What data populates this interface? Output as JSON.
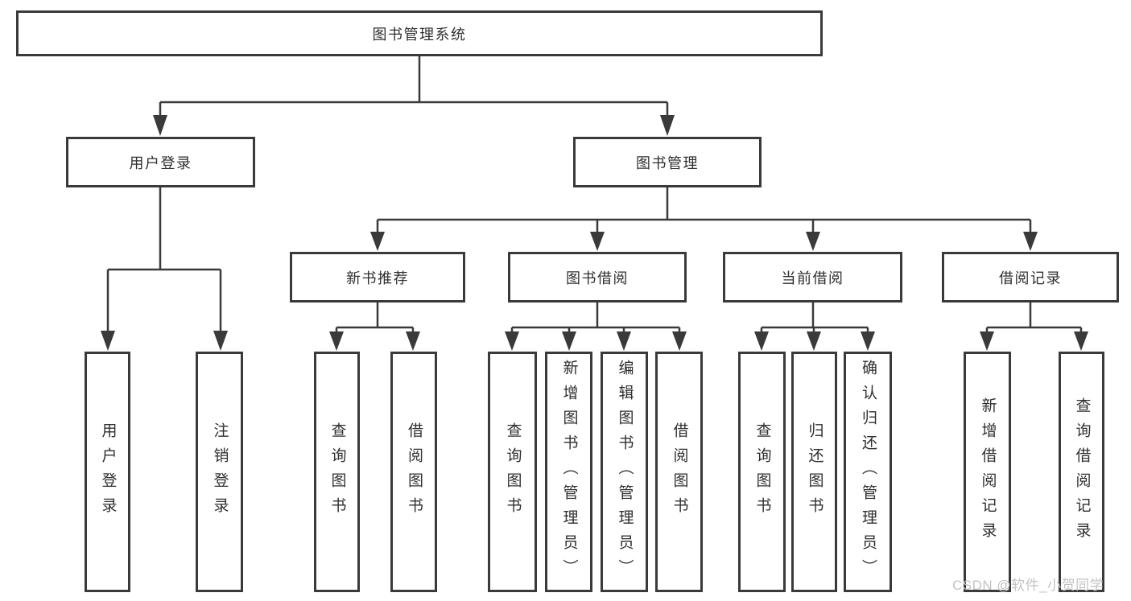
{
  "diagram": {
    "nodes": {
      "root": "图书管理系统",
      "user_login": "用户登录",
      "book_mgmt": "图书管理",
      "new_book_rec": "新书推荐",
      "book_borrow": "图书借阅",
      "current_borrow": "当前借阅",
      "borrow_record": "借阅记录",
      "user_login_leaf": "用户登录",
      "logout": "注销登录",
      "query_book_1": "查询图书",
      "borrow_book_1": "借阅图书",
      "query_book_2": "查询图书",
      "add_book": "新增图书（管理员）",
      "edit_book": "编辑图书（管理员）",
      "borrow_book_2": "借阅图书",
      "query_book_3": "查询图书",
      "return_book": "归还图书",
      "confirm_return": "确认归还（管理员）",
      "add_borrow_record": "新增借阅记录",
      "query_borrow_record": "查询借阅记录"
    },
    "hierarchy": {
      "root": [
        "user_login",
        "book_mgmt"
      ],
      "user_login": [
        "user_login_leaf",
        "logout"
      ],
      "book_mgmt": [
        "new_book_rec",
        "book_borrow",
        "current_borrow",
        "borrow_record"
      ],
      "new_book_rec": [
        "query_book_1",
        "borrow_book_1"
      ],
      "book_borrow": [
        "query_book_2",
        "add_book",
        "edit_book",
        "borrow_book_2"
      ],
      "current_borrow": [
        "query_book_3",
        "return_book",
        "confirm_return"
      ],
      "borrow_record": [
        "add_borrow_record",
        "query_borrow_record"
      ]
    }
  },
  "watermark": {
    "text": "CSDN @软件_小贺同学"
  },
  "colors": {
    "line": "#3a3a3a",
    "text": "#2f2f2f",
    "background": "#ffffff",
    "watermark": "#c3c3c3"
  }
}
